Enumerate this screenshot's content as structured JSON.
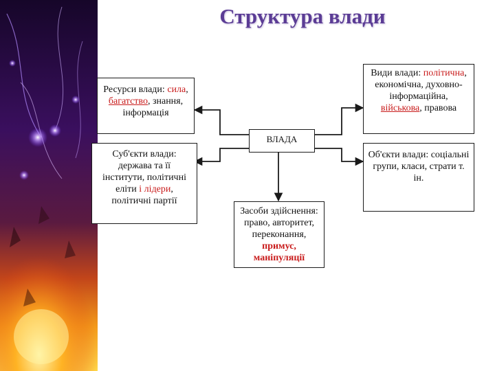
{
  "title": "Структура влади",
  "center": {
    "label": "ВЛАДА"
  },
  "resources": {
    "prefix": "Ресурси влади: ",
    "w1": "сила",
    "sep1": ", ",
    "w2": "багатство",
    "rest": ", знання, інформація"
  },
  "subjects": {
    "prefix": "Суб'єкти влади: держава та її інститути, політичні еліти ",
    "highlight": "і лідери",
    "rest": ", політичні партії"
  },
  "types": {
    "prefix": "Види влади: ",
    "w1": "політична",
    "mid": ", економічна, духовно-інформаційна, ",
    "w2": "військова",
    "rest": ", правова"
  },
  "objects": {
    "text": "Об'єкти влади: соціальні групи, класи, страти т. ін."
  },
  "means": {
    "prefix": "Засоби здійснення: право, авторитет, переконання, ",
    "highlight": "примус, маніпуляції"
  },
  "colors": {
    "title": "#5b3c95",
    "highlight": "#c81a1a",
    "border": "#1a1a1a"
  }
}
